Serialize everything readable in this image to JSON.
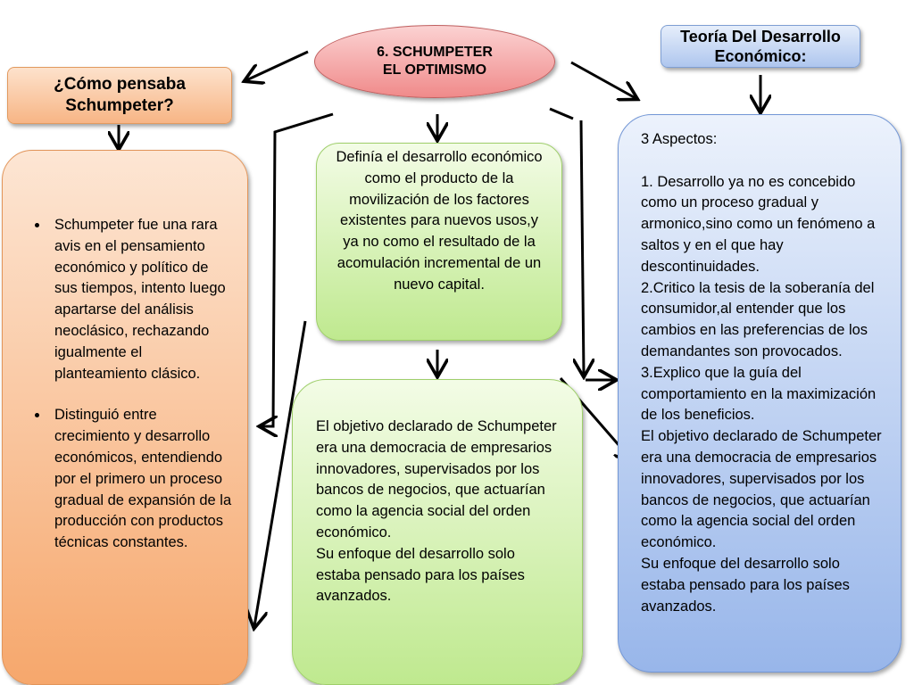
{
  "center": {
    "line1": "6. SCHUMPETER",
    "line2": "EL OPTIMISMO"
  },
  "left_title": {
    "line1": "¿Cómo pensaba",
    "line2": "Schumpeter?"
  },
  "right_title": {
    "line1": "Teoría Del Desarrollo",
    "line2": "Económico:"
  },
  "left_box": {
    "bullets": [
      "Schumpeter fue una rara avis en el pensamiento económico y político de sus tiempos, intento luego apartarse del análisis neoclásico, rechazando igualmente el planteamiento clásico.",
      "Distinguió entre crecimiento y desarrollo económicos, entendiendo por el primero un proceso gradual de expansión de la producción con productos técnicas constantes."
    ]
  },
  "middle_top": {
    "text": "Definía el desarrollo económico como el producto de la movilización de los factores existentes para nuevos usos,y ya no como el resultado de la acomulación incremental de un nuevo capital."
  },
  "middle_bottom": {
    "para1": "El objetivo declarado de Schumpeter era una democracia de empresarios innovadores, supervisados por los bancos de negocios, que actuarían como la agencia social del orden económico.",
    "para2": "Su enfoque del desarrollo solo estaba pensado para los países avanzados."
  },
  "right_box": {
    "heading": "3 Aspectos:",
    "item1": "1. Desarrollo ya no es concebido como un proceso gradual y armonico,sino como un fenómeno a saltos y en el que hay descontinuidades.",
    "item2": "2.Critico la tesis de la soberanía del consumidor,al entender que los cambios en las preferencias de los demandantes son provocados.",
    "item3": "3.Explico que la guía del comportamiento en la maximización de los beneficios.",
    "item4": "El objetivo declarado de Schumpeter era una democracia de empresarios innovadores, supervisados por los bancos de negocios, que actuarían como la agencia social del orden económico.",
    "item5": "Su enfoque del desarrollo solo estaba pensado para los países avanzados."
  },
  "colors": {
    "arrow": "#000000",
    "center_fill": "#f08a8a",
    "left_fill": "#f6a76c",
    "middle_fill": "#bfe98f",
    "right_fill": "#98b6ea"
  }
}
